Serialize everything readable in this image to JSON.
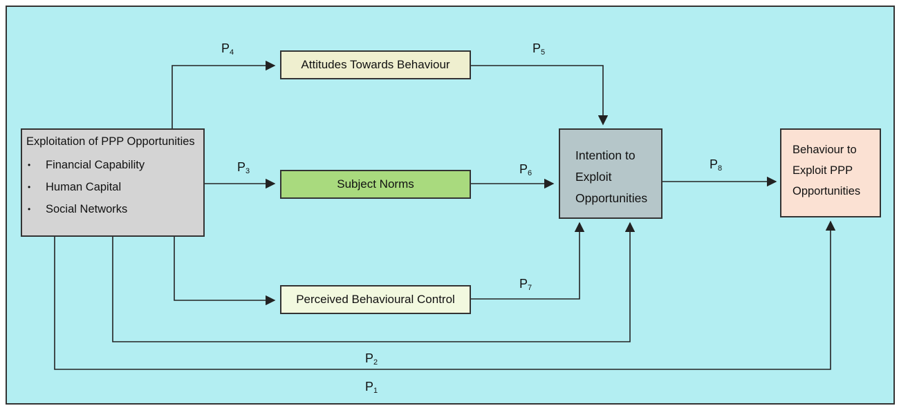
{
  "source_box": {
    "title": "Exploitation of PPP Opportunities",
    "items": [
      "Financial Capability",
      "Human Capital",
      "Social Networks"
    ]
  },
  "attitudes_box": "Attitudes Towards Behaviour",
  "subject_norms_box": "Subject Norms",
  "pbc_box": "Perceived Behavioural Control",
  "intention_box": {
    "lines": [
      "Intention to",
      "Exploit",
      "Opportunities"
    ]
  },
  "behaviour_box": {
    "lines": [
      "Behaviour to",
      "Exploit PPP",
      "Opportunities"
    ]
  },
  "paths": {
    "p1": {
      "base": "P",
      "sub": "1"
    },
    "p2": {
      "base": "P",
      "sub": "2"
    },
    "p3": {
      "base": "P",
      "sub": "3"
    },
    "p4": {
      "base": "P",
      "sub": "4"
    },
    "p5": {
      "base": "P",
      "sub": "5"
    },
    "p6": {
      "base": "P",
      "sub": "6"
    },
    "p7": {
      "base": "P",
      "sub": "7"
    },
    "p8": {
      "base": "P",
      "sub": "8"
    }
  },
  "colors": {
    "background": "#b3eef2",
    "source_fill": "#d4d4d4",
    "attitudes_fill": "#efefcf",
    "subject_norms_fill": "#a9da7e",
    "pbc_fill": "#f2f9df",
    "intention_fill": "#b5c6c9",
    "behaviour_fill": "#fbe1d3"
  }
}
